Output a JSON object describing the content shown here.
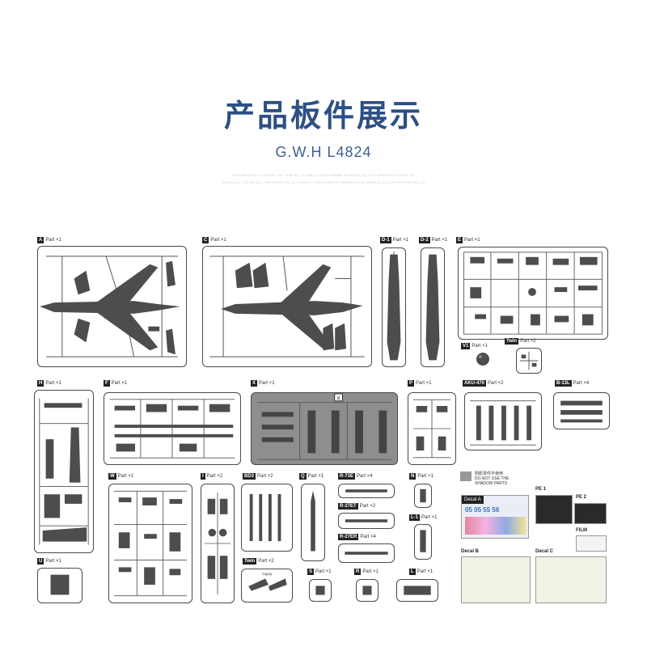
{
  "header": {
    "title": "产品板件展示",
    "subtitle": "G.W.H L4824",
    "fine_print_1": "THE MILITARY HISTORY OF THE SU-27 (NATO CODE NAME FLANKER-B) IS A GROWTH STORY OF",
    "fine_print_2": "RUSSIA'S T-10 BEING THE FIRST SU-27 FLIGHT, THE FOURTH GENERATION WORLD-CLASS FIGHTER SU-27"
  },
  "parts": [
    {
      "id": "A",
      "count": "Part ×1"
    },
    {
      "id": "C",
      "count": "Part ×1"
    },
    {
      "id": "D-1",
      "count": "Part ×1"
    },
    {
      "id": "D-2",
      "count": "Part ×1"
    },
    {
      "id": "E",
      "count": "Part ×1"
    },
    {
      "id": "V1",
      "count": "Part ×1"
    },
    {
      "id": "Twin",
      "count": "Part ×2"
    },
    {
      "id": "H",
      "count": "Part ×1"
    },
    {
      "id": "F",
      "count": "Part ×1"
    },
    {
      "id": "X",
      "count": "Part ×1"
    },
    {
      "id": "P",
      "count": "Part ×1"
    },
    {
      "id": "AKU-470",
      "count": "Part ×2"
    },
    {
      "id": "B-13L",
      "count": "Part ×4"
    },
    {
      "id": "W",
      "count": "Part ×1"
    },
    {
      "id": "I",
      "count": "Part ×2"
    },
    {
      "id": "BD3",
      "count": "Part ×2"
    },
    {
      "id": "Q",
      "count": "Part ×1"
    },
    {
      "id": "R-73E",
      "count": "Part ×4"
    },
    {
      "id": "R-27ET",
      "count": "Part ×2"
    },
    {
      "id": "R-27ER",
      "count": "Part ×4"
    },
    {
      "id": "N",
      "count": "Part ×1"
    },
    {
      "id": "L-1",
      "count": "Part ×1"
    },
    {
      "id": "Twin",
      "count": "Part ×2"
    },
    {
      "id": "U",
      "count": "Part ×1"
    },
    {
      "id": "S",
      "count": "Part ×1"
    },
    {
      "id": "R",
      "count": "Part ×1"
    },
    {
      "id": "L",
      "count": "Part ×1"
    }
  ],
  "note": {
    "cn": "阴影零件不使用",
    "en_1": "DO NOT USE THE",
    "en_2": "SHADOW PARTS"
  },
  "decals": {
    "decal_a": "Decal A",
    "pe1": "PE 1",
    "pe2": "PE 2",
    "film": "FILM",
    "decal_b": "Decal B",
    "decal_c": "Decal C",
    "numbers": "05 05 55 56"
  },
  "sprue_labels": {
    "x": "X",
    "twin_small": "TWIN"
  },
  "colors": {
    "title": "#2c4f86",
    "plastic": "#4d4d4d",
    "frame": "#4a4a4a",
    "shadow_parts": "#999999"
  }
}
